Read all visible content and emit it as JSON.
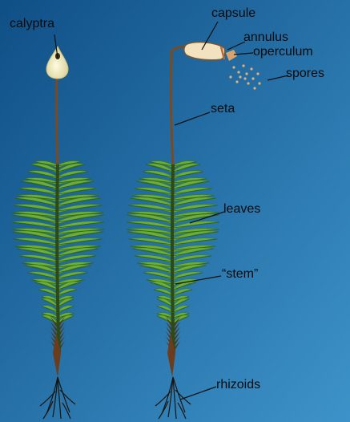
{
  "colors": {
    "background_top_left": "#0f4f86",
    "background_bottom_right": "#3d93c9",
    "leaf_green": "#6cae3a",
    "stem_brown": "#6b3d1c",
    "capsule_fill": "#f3e2bf",
    "calyptra_fill": "#f1ecc6"
  },
  "labels": {
    "calyptra": "calyptra",
    "capsule": "capsule",
    "annulus": "annulus",
    "operculum": "operculum",
    "spores": "spores",
    "seta": "seta",
    "leaves": "leaves",
    "stem": "“stem”",
    "rhizoids": "rhizoids"
  }
}
